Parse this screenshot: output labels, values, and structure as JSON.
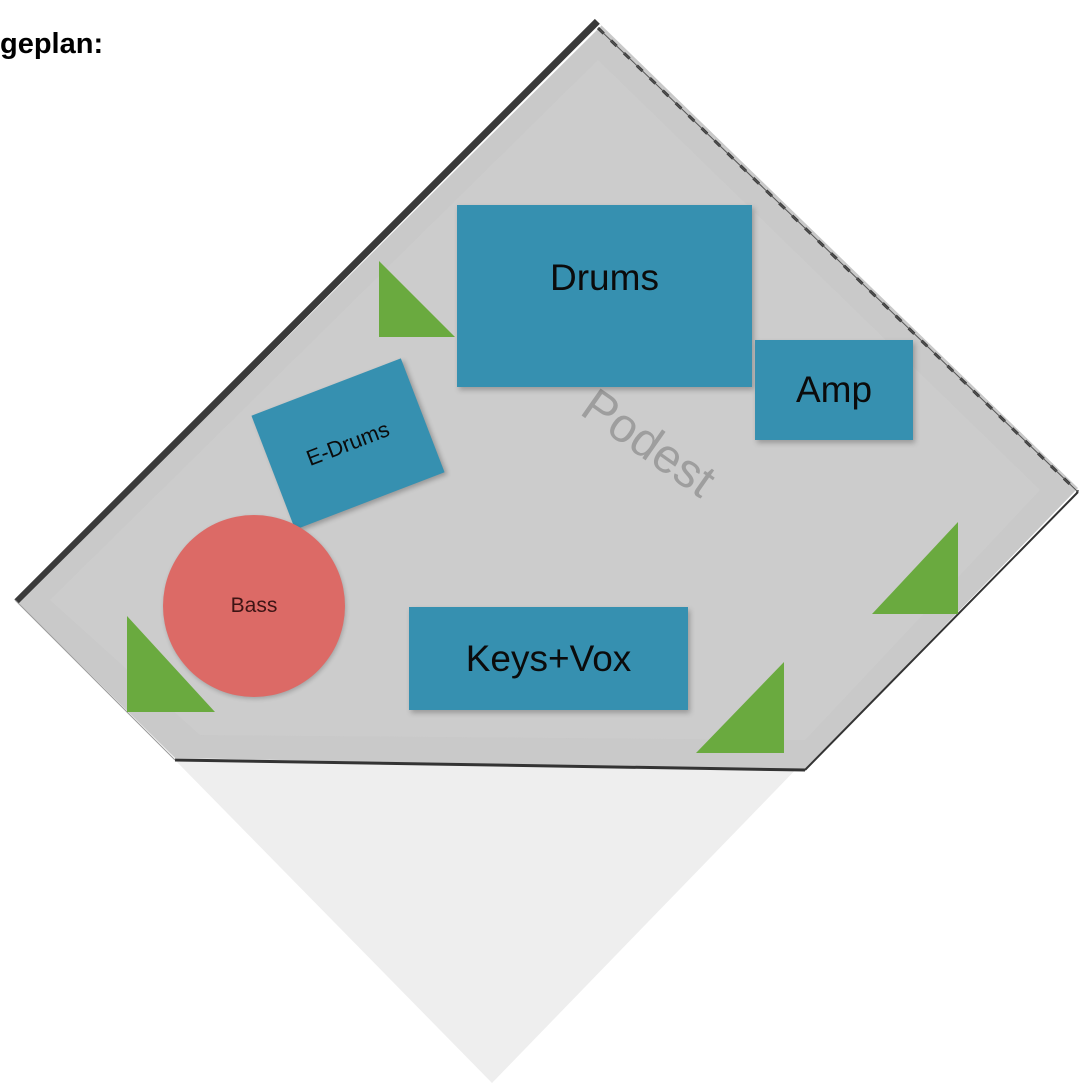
{
  "title": "geplan:",
  "background_text": "Podest",
  "colors": {
    "instrument_block": "#3690b0",
    "bass_circle": "#dc6a66",
    "monitor_wedge": "#6aaa3f",
    "stage_floor": "#c9c9c9",
    "lower_area": "#eeeeee"
  },
  "stage": {
    "instruments": {
      "drums": "Drums",
      "amp": "Amp",
      "edrums": "E-Drums",
      "bass": "Bass",
      "keys_vox": "Keys+Vox"
    },
    "monitor_wedge_icon": "monitor-wedge-icon"
  }
}
